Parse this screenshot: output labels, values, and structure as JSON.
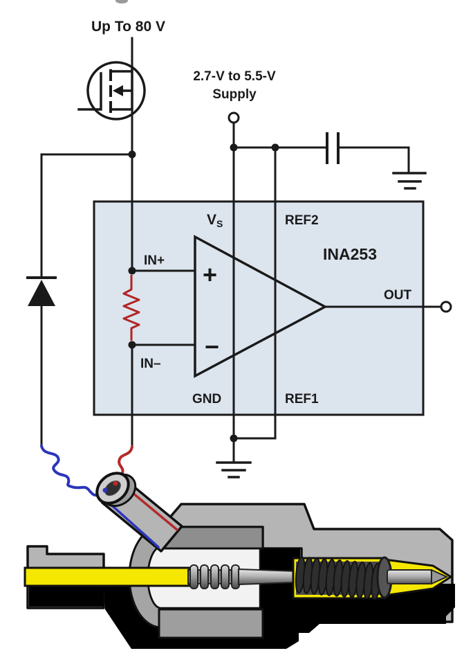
{
  "labels": {
    "rail": "Up To 80 V",
    "supply1": "2.7-V to 5.5-V",
    "supply2": "Supply",
    "chip": "INA253",
    "vs_main": "V",
    "vs_sub": "S",
    "ref2": "REF2",
    "ref1": "REF1",
    "gnd": "GND",
    "out": "OUT",
    "in_plus": "IN+",
    "in_minus": "IN–",
    "opamp_plus": "+",
    "opamp_minus": "−"
  },
  "colors": {
    "chip_fill": "#dce4ee",
    "shunt_resistor": "#b22424",
    "wire_red": "#b52a2a",
    "wire_blue": "#2b35bb",
    "plug_yellow": "#f5e700",
    "plug_body_gray": "#b5b5b5",
    "plug_cut_gray": "#8e8e8e",
    "plug_shadow": "#000000"
  }
}
